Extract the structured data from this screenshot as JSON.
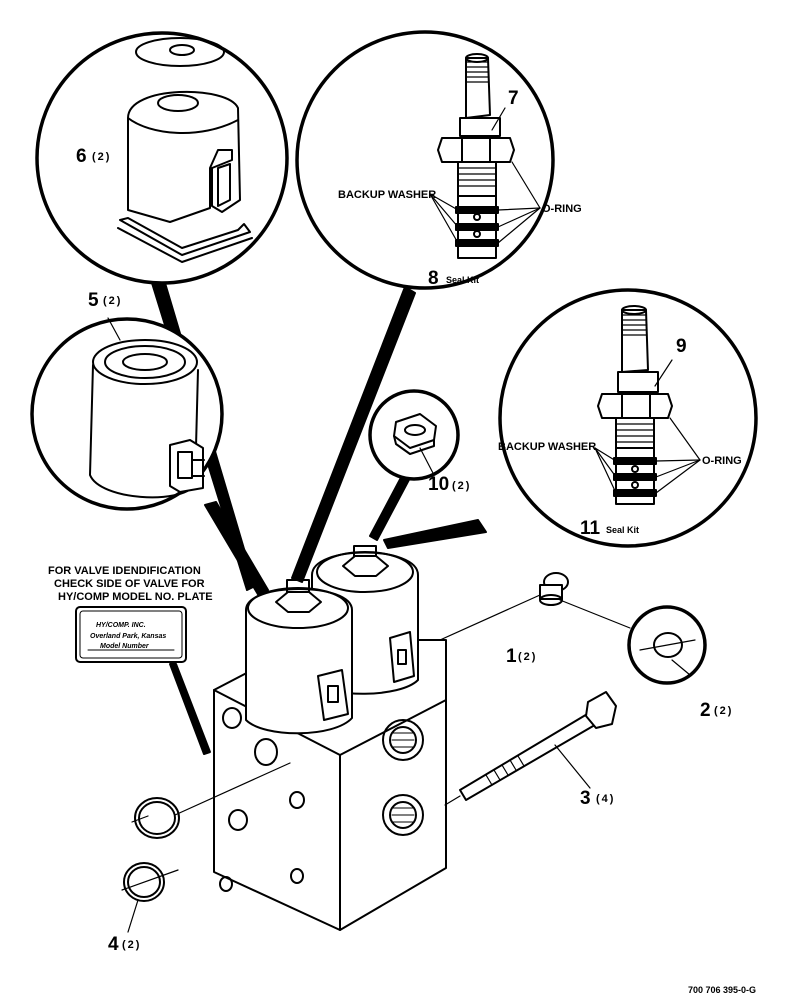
{
  "callouts": {
    "c1": {
      "num": "1",
      "qty": "(2)"
    },
    "c2": {
      "num": "2",
      "qty": "(2)"
    },
    "c3": {
      "num": "3",
      "qty": "(4)"
    },
    "c4": {
      "num": "4",
      "qty": "(2)"
    },
    "c5": {
      "num": "5",
      "qty": "(2)"
    },
    "c6": {
      "num": "6",
      "qty": "(2)"
    },
    "c7": {
      "num": "7"
    },
    "c8": {
      "num": "8",
      "text": "Seal Kit"
    },
    "c9": {
      "num": "9"
    },
    "c10": {
      "num": "10",
      "qty": "(2)"
    },
    "c11": {
      "num": "11",
      "text": "Seal Kit"
    }
  },
  "labels": {
    "backup_washer": "BACKUP WASHER",
    "o_ring": "O-RING"
  },
  "note": {
    "line1": "FOR VALVE IDENDIFICATION",
    "line2": "CHECK SIDE OF VALVE FOR",
    "line3": "HY/COMP MODEL NO. PLATE"
  },
  "plate": {
    "line1": "HY/COMP. INC.",
    "line2": "Overland Park, Kansas",
    "line3": "Model Number"
  },
  "drawing_number": "700 706 395-0-G"
}
